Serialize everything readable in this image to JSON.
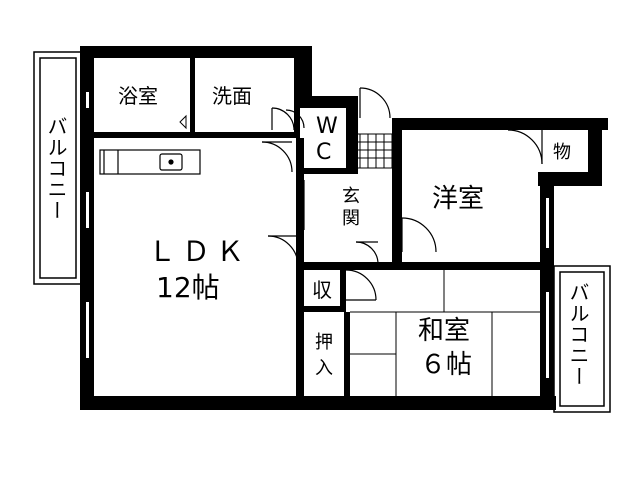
{
  "rooms": {
    "bath": "浴室",
    "washroom": "洗面",
    "wc_line1": "W",
    "wc_line2": "C",
    "storage_top": "物",
    "entrance_line1": "玄",
    "entrance_line2": "関",
    "western_room": "洋室",
    "ldk_line1": "ＬＤＫ",
    "ldk_line2": "12帖",
    "closet_small": "収",
    "oshiire_line1": "押",
    "oshiire_line2": "入",
    "japanese_line1": "和室",
    "japanese_line2": "６帖",
    "balcony_left": "バルコニー",
    "balcony_right": "バルコニー"
  },
  "colors": {
    "wall": "#000000",
    "background": "#ffffff",
    "line": "#000000",
    "floor_tile": "#000000"
  }
}
